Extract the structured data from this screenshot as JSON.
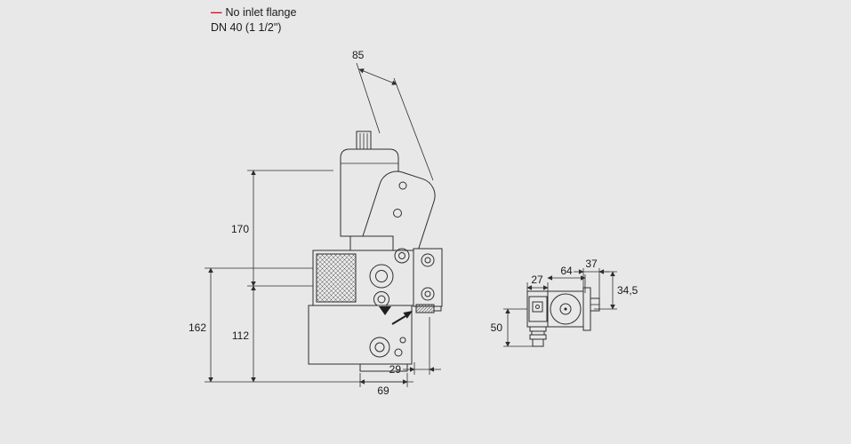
{
  "page": {
    "bg_color": "#e8e8e8",
    "line_color": "#2e2e2e",
    "accent_red": "#e2001a"
  },
  "header": {
    "dash": "—",
    "line1": "No inlet flange",
    "line2": "DN 40 (1 1/2\")"
  },
  "diagram": {
    "kind": "technical-dimension-drawing",
    "front": {
      "top_width": "85",
      "upper_height": "170",
      "total_height": "162",
      "lower_height": "112",
      "base_width": "69",
      "vent_offset": "29"
    },
    "side": {
      "connector_width": "27",
      "body_width": "64",
      "flange_depth": "37",
      "flange_height": "34,5",
      "body_height": "50"
    }
  }
}
